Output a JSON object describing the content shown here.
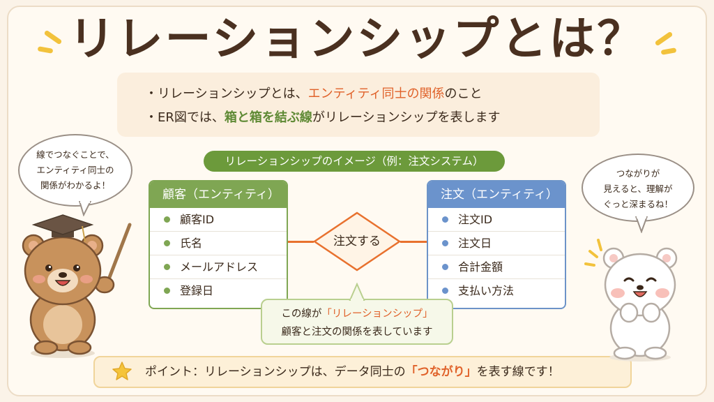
{
  "title": "リレーションシップとは？",
  "bullets": {
    "b1_pre": "・リレーションシップとは、",
    "b1_hl": "エンティティ同士の関係",
    "b1_post": "のこと",
    "b2_pre": "・ER図では、",
    "b2_hl": "箱と箱を結ぶ線",
    "b2_post": "がリレーションシップを表します"
  },
  "diagram": {
    "caption": "リレーションシップのイメージ（例：注文システム）",
    "left_entity": {
      "title": "顧客（エンティティ）",
      "attributes": [
        "顧客ID",
        "氏名",
        "メールアドレス",
        "登録日"
      ]
    },
    "right_entity": {
      "title": "注文（エンティティ）",
      "attributes": [
        "注文ID",
        "注文日",
        "合計金額",
        "支払い方法"
      ]
    },
    "relationship": "注文する",
    "callout_pre": "この線が",
    "callout_hl": "「リレーションシップ」",
    "callout_line2": "顧客と注文の関係を表しています"
  },
  "speech": {
    "left_line1": "線でつなぐことで、",
    "left_line2": "エンティティ同士の",
    "left_line3": "関係がわかるよ！",
    "right_line1": "つながりが",
    "right_line2": "見えると、理解が",
    "right_line3": "ぐっと深まるね！"
  },
  "point": {
    "pre": "ポイント：リレーションシップは、データ同士の",
    "hl": "「つながり」",
    "post": "を表す線です！"
  },
  "colors": {
    "accent_orange": "#e0622a",
    "entity_green": "#7fa653",
    "entity_blue": "#6b93cc",
    "title_brown": "#4a3020"
  },
  "icons": [
    "star-icon",
    "graduation-cap-icon",
    "pointer-stick-icon",
    "sparkle-icon"
  ]
}
